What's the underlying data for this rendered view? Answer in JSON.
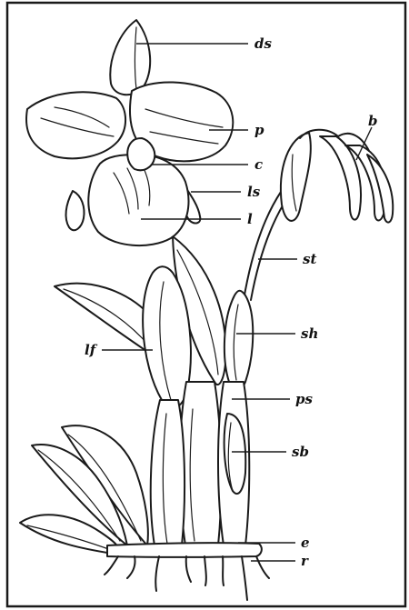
{
  "labels": {
    "ds": "ds",
    "p": "p",
    "c": "c",
    "ls": "ls",
    "l": "l",
    "b": "b",
    "st": "st",
    "sh": "sh",
    "lf": "lf",
    "ps": "ps",
    "sb": "sb",
    "e": "e",
    "r": "r"
  }
}
